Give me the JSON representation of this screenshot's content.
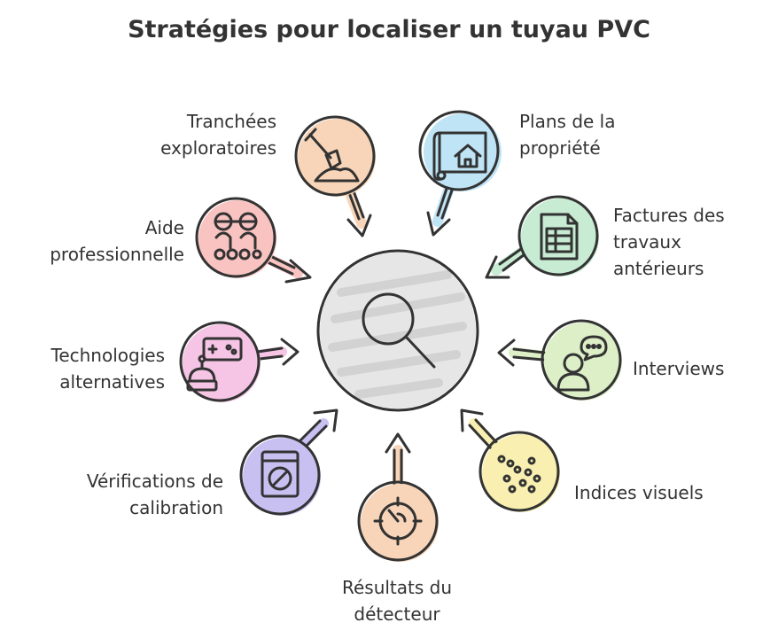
{
  "title": "Stratégies pour localiser un tuyau PVC",
  "center": {
    "icon": "magnifier-icon",
    "color": "#e6e6e6"
  },
  "nodes": {
    "tranchees": {
      "lines": [
        "Tranchées",
        "exploratoires"
      ],
      "icon": "shovel-dirt-icon",
      "color": "#f8d5b8"
    },
    "plans": {
      "lines": [
        "Plans de la",
        "propriété"
      ],
      "icon": "house-plan-icon",
      "color": "#bfe4f6"
    },
    "factures": {
      "lines": [
        "Factures des",
        "travaux",
        "antérieurs"
      ],
      "icon": "invoice-table-icon",
      "color": "#c7ecd3"
    },
    "aide": {
      "lines": [
        "Aide",
        "professionnelle"
      ],
      "icon": "workers-icon",
      "color": "#f8c3c0"
    },
    "technologies": {
      "lines": [
        "Technologies",
        "alternatives"
      ],
      "icon": "gamepad-robot-icon",
      "color": "#f6c4e4"
    },
    "interviews": {
      "lines": [
        "Interviews"
      ],
      "icon": "person-speech-icon",
      "color": "#dcefc7"
    },
    "verifications": {
      "lines": [
        "Vérifications de",
        "calibration"
      ],
      "icon": "calibration-device-icon",
      "color": "#c9c0f2"
    },
    "indices": {
      "lines": [
        "Indices visuels"
      ],
      "icon": "dots-pattern-icon",
      "color": "#f8efb1"
    },
    "resultats": {
      "lines": [
        "Résultats du",
        "détecteur"
      ],
      "icon": "detector-dial-icon",
      "color": "#f8d5b8"
    }
  }
}
